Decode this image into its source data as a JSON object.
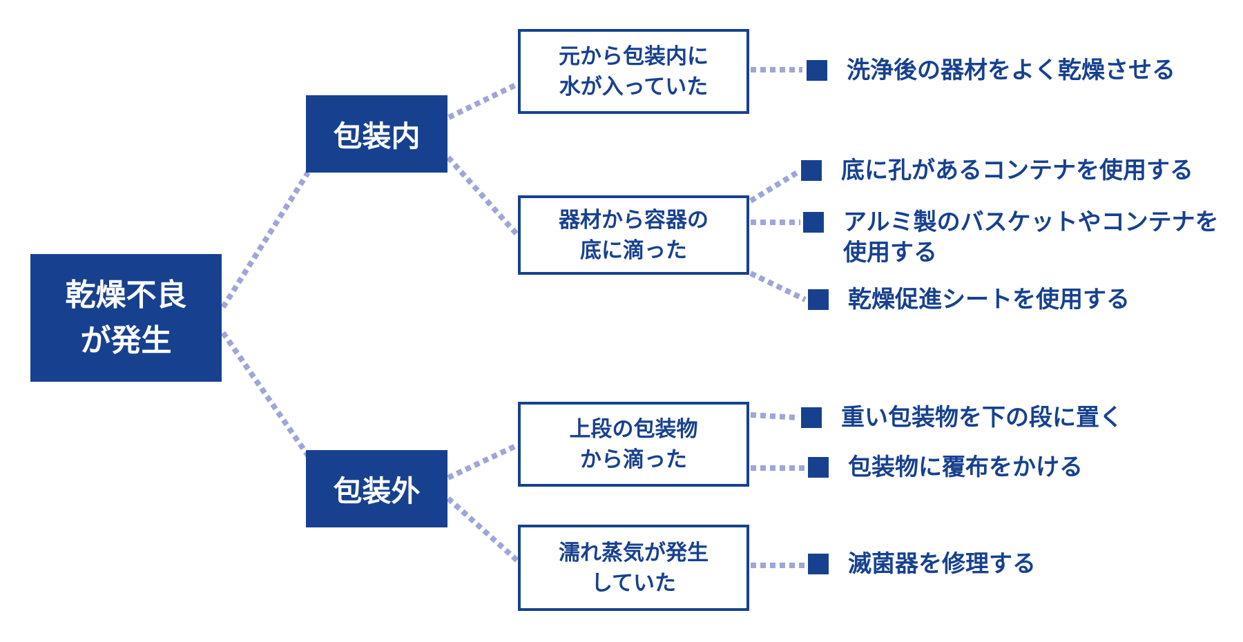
{
  "colors": {
    "primary_blue": "#17418F",
    "connector_lavender": "#9EA5D8",
    "background": "#FFFFFF"
  },
  "root": {
    "line1": "乾燥不良",
    "line2": "が発生"
  },
  "categories": [
    {
      "label": "包装内"
    },
    {
      "label": "包装外"
    }
  ],
  "causes": [
    {
      "line1": "元から包装内に",
      "line2": "水が入っていた",
      "category": "包装内"
    },
    {
      "line1": "器材から容器の",
      "line2": "底に滴った",
      "category": "包装内"
    },
    {
      "line1": "上段の包装物",
      "line2": "から滴った",
      "category": "包装外"
    },
    {
      "line1": "濡れ蒸気が発生",
      "line2": "していた",
      "category": "包装外"
    }
  ],
  "remedies": [
    {
      "label": "洗浄後の器材をよく乾燥させる",
      "cause_index": 0
    },
    {
      "label": "底に孔があるコンテナを使用する",
      "cause_index": 1
    },
    {
      "line1": "アルミ製のバスケットやコンテナを",
      "line2": "使用する",
      "cause_index": 1
    },
    {
      "label": "乾燥促進シートを使用する",
      "cause_index": 1
    },
    {
      "label": "重い包装物を下の段に置く",
      "cause_index": 2
    },
    {
      "label": "包装物に覆布をかける",
      "cause_index": 2
    },
    {
      "label": "滅菌器を修理する",
      "cause_index": 3
    }
  ]
}
